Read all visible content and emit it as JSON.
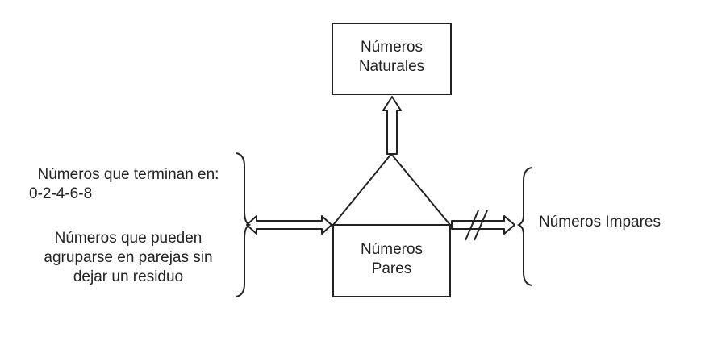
{
  "nodes": {
    "naturales": {
      "line1": "Números",
      "line2": "Naturales"
    },
    "pares": {
      "line1": "Números",
      "line2": "Pares"
    }
  },
  "left_notes": {
    "note1_line1": "Números que terminan en:",
    "note1_line2": "0-2-4-6-8",
    "note2_line1": "Números que pueden",
    "note2_line2": "agruparse en parejas sin",
    "note2_line3": "dejar un residuo"
  },
  "right_note": {
    "text": "Números Impares"
  }
}
